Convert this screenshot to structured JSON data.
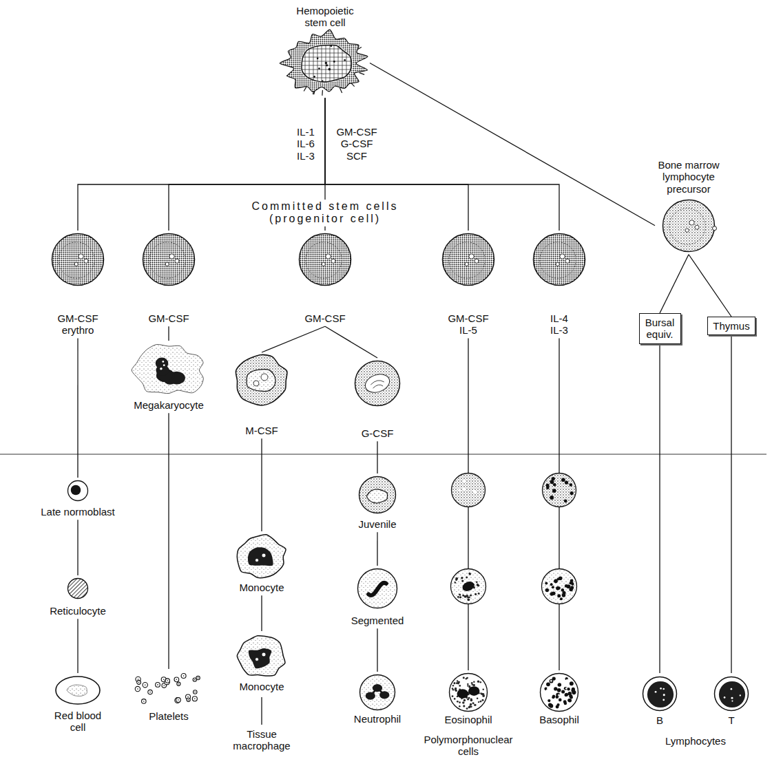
{
  "diagram": {
    "nodes": [
      {
        "text": [
          "Hemopoietic stem cell"
        ]
      },
      {
        "text": [
          "Bone marrow lymphocyte precursor"
        ]
      },
      {
        "text": [
          "GM-CSF erythro"
        ]
      },
      {
        "text": [
          "GM-CSF"
        ]
      },
      {
        "text": [
          "GM-CSF"
        ]
      },
      {
        "text": [
          "GM-CSF IL-5"
        ]
      },
      {
        "text": [
          "IL-4 IL-3"
        ]
      },
      {
        "text": [
          "Bursal equiv."
        ]
      },
      {
        "text": [
          "Thymus"
        ]
      },
      {
        "text": [
          "Megakaryocyte"
        ]
      },
      {
        "text": [
          "M-CSF"
        ]
      },
      {
        "text": [
          "G-CSF"
        ]
      },
      {
        "text": [
          "Late normoblast"
        ]
      },
      {
        "text": [
          "Juvenile"
        ]
      },
      {
        "text": [
          "Monocyte"
        ]
      },
      {
        "text": [
          "Reticulocyte"
        ]
      },
      {
        "text": [
          "Segmented"
        ]
      },
      {
        "text": [
          "Monocyte"
        ]
      },
      {
        "text": [
          "Red blood cell"
        ]
      },
      {
        "text": [
          "Platelets"
        ]
      },
      {
        "text": [
          "Neutrophil"
        ]
      },
      {
        "text": [
          "Eosinophil"
        ]
      },
      {
        "text": [
          "Basophil"
        ]
      },
      {
        "text": [
          "B"
        ]
      },
      {
        "text": [
          "T"
        ]
      }
    ],
    "edges": [
      {
        "from": 0,
        "to": 2,
        "arrow": "none"
      },
      {
        "from": 0,
        "to": 3,
        "arrow": "none"
      },
      {
        "from": 0,
        "to": 4,
        "arrow": "none"
      },
      {
        "from": 0,
        "to": 5,
        "arrow": "none"
      },
      {
        "from": 0,
        "to": 6,
        "arrow": "none"
      },
      {
        "from": 0,
        "to": 1,
        "arrow": "none"
      },
      {
        "from": 1,
        "to": 7,
        "arrow": "none"
      },
      {
        "from": 1,
        "to": 8,
        "arrow": "none"
      },
      {
        "from": 2,
        "to": 12,
        "arrow": "none"
      },
      {
        "from": 12,
        "to": 15,
        "arrow": "none"
      },
      {
        "from": 15,
        "to": 18,
        "arrow": "none"
      },
      {
        "from": 3,
        "to": 9,
        "arrow": "none"
      },
      {
        "from": 9,
        "to": 19,
        "arrow": "none"
      },
      {
        "from": 4,
        "to": 10,
        "arrow": "none"
      },
      {
        "from": 4,
        "to": 11,
        "arrow": "none"
      },
      {
        "from": 10,
        "to": 14,
        "arrow": "none"
      },
      {
        "from": 14,
        "to": 17,
        "arrow": "none"
      },
      {
        "from": 11,
        "to": 13,
        "arrow": "none"
      },
      {
        "from": 13,
        "to": 16,
        "arrow": "none"
      },
      {
        "from": 16,
        "to": 20,
        "arrow": "none"
      },
      {
        "from": 5,
        "to": 21,
        "arrow": "none"
      },
      {
        "from": 6,
        "to": 22,
        "arrow": "none"
      },
      {
        "from": 7,
        "to": 23,
        "arrow": "none"
      },
      {
        "from": 8,
        "to": 24,
        "arrow": "none"
      }
    ],
    "labels": [
      "IL-1 IL-6 IL-3",
      "GM-CSF G-CSF SCF",
      "Committed stem cells (progenitor cell)",
      "Tissue macrophage",
      "Polymorphonuclear cells",
      "Lymphocytes"
    ]
  }
}
